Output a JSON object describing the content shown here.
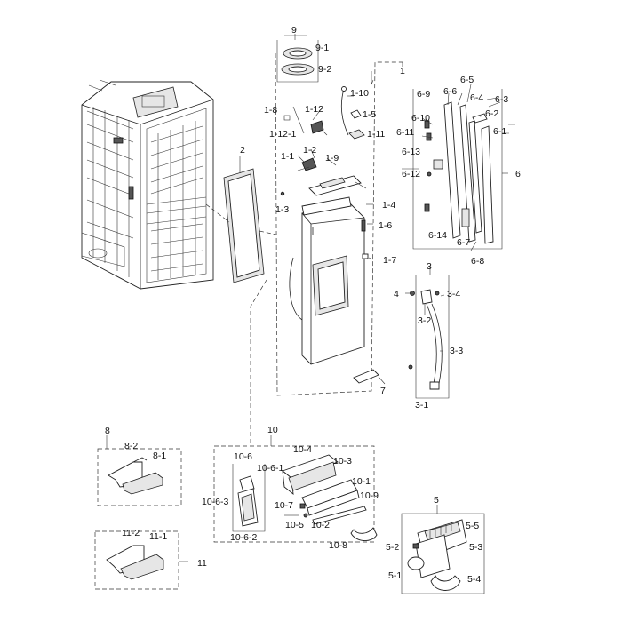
{
  "diagram": {
    "labels": {
      "l1": "1",
      "l1_2": "1-2",
      "l1_3": "1-3",
      "l1_4": "1-4",
      "l1_5": "1-5",
      "l1_6": "1-6",
      "l1_7": "1-7",
      "l1_8": "1-8",
      "l1_9": "1-9",
      "l1_10": "1-10",
      "l1_11": "1-11",
      "l1_12": "1-12",
      "l1_12_1": "1-12-1",
      "l1_1": "1-1",
      "l2": "2",
      "l3": "3",
      "l3_1": "3-1",
      "l3_2": "3-2",
      "l3_3": "3-3",
      "l3_4": "3-4",
      "l4": "4",
      "l5": "5",
      "l5_1": "5-1",
      "l5_2": "5-2",
      "l5_3": "5-3",
      "l5_4": "5-4",
      "l5_5": "5-5",
      "l6": "6",
      "l6_1": "6-1",
      "l6_2": "6-2",
      "l6_3": "6-3",
      "l6_4": "6-4",
      "l6_5": "6-5",
      "l6_6": "6-6",
      "l6_7": "6-7",
      "l6_8": "6-8",
      "l6_9": "6-9",
      "l6_10": "6-10",
      "l6_11": "6-11",
      "l6_12": "6-12",
      "l6_13": "6-13",
      "l6_14": "6-14",
      "l7": "7",
      "l8": "8",
      "l8_1": "8-1",
      "l8_2": "8-2",
      "l9": "9",
      "l9_1": "9-1",
      "l9_2": "9-2",
      "l10": "10",
      "l10_1": "10-1",
      "l10_2": "10-2",
      "l10_3": "10-3",
      "l10_4": "10-4",
      "l10_5": "10-5",
      "l10_6": "10-6",
      "l10_6_1": "10-6-1",
      "l10_6_2": "10-6-2",
      "l10_6_3": "10-6-3",
      "l10_7": "10-7",
      "l10_8": "10-8",
      "l10_9": "10-9",
      "l11": "11",
      "l11_1": "11-1",
      "l11_2": "11-2"
    }
  }
}
